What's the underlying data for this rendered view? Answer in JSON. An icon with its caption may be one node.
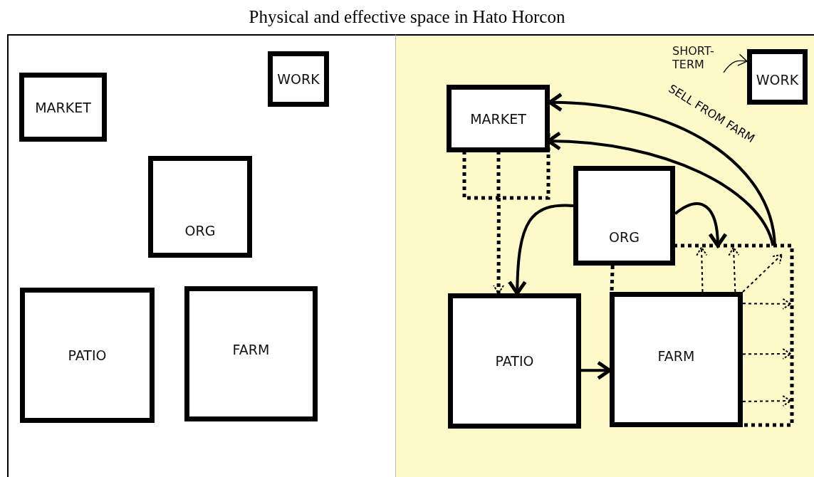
{
  "diagram": {
    "title": "Physical and effective space in Hato Horcon",
    "nodes": [
      {
        "text": [],
        "shape": "box"
      },
      {
        "text": [
          "MARKET"
        ],
        "in": 0
      },
      {
        "text": [
          "WORK"
        ],
        "in": 0
      },
      {
        "text": [
          "ORG"
        ],
        "in": 0
      },
      {
        "text": [
          "PATIO"
        ],
        "in": 0
      },
      {
        "text": [
          "FARM"
        ],
        "in": 0
      },
      {
        "text": [],
        "shape": "box"
      },
      {
        "text": [
          "MARKET"
        ],
        "in": 6
      },
      {
        "text": [
          "WORK"
        ],
        "in": 6
      },
      {
        "text": [
          "SHORT-TERM"
        ],
        "in": 6
      },
      {
        "text": [
          "ORG"
        ],
        "in": 6
      },
      {
        "text": [
          "PATIO"
        ],
        "in": 6
      },
      {
        "text": [
          "FARM"
        ],
        "in": 6
      },
      {
        "text": [],
        "shape": "box",
        "in": 6
      },
      {
        "text": [],
        "shape": "box",
        "in": 6
      }
    ],
    "edges": [
      {
        "from": 9,
        "to": 8,
        "arrow": "to"
      },
      {
        "from": 13,
        "to": 7,
        "arrow": "to",
        "label": "SELL FROM FARM",
        "style": "thick"
      },
      {
        "from": 13,
        "to": 14,
        "arrow": "to",
        "style": "thick"
      },
      {
        "from": 10,
        "to": 11,
        "arrow": "to",
        "style": "thick"
      },
      {
        "from": 14,
        "to": 11,
        "arrow": "to",
        "style": "dashed"
      },
      {
        "from": 10,
        "to": 13,
        "arrow": "to",
        "style": "thick"
      },
      {
        "from": 10,
        "to": 12,
        "arrow": "none",
        "style": "dashed"
      },
      {
        "from": 11,
        "to": 12,
        "arrow": "to",
        "style": "thick"
      },
      {
        "from": 12,
        "to": 13,
        "arrow": "to",
        "style": "dashed"
      },
      {
        "from": 12,
        "to": 13,
        "arrow": "to",
        "style": "dashed"
      },
      {
        "from": 12,
        "to": 13,
        "arrow": "to",
        "style": "dashed"
      },
      {
        "from": 12,
        "to": 13,
        "arrow": "to",
        "style": "dashed"
      },
      {
        "from": 12,
        "to": 13,
        "arrow": "to",
        "style": "dashed"
      },
      {
        "from": 12,
        "to": 13,
        "arrow": "to",
        "style": "dashed"
      }
    ]
  }
}
